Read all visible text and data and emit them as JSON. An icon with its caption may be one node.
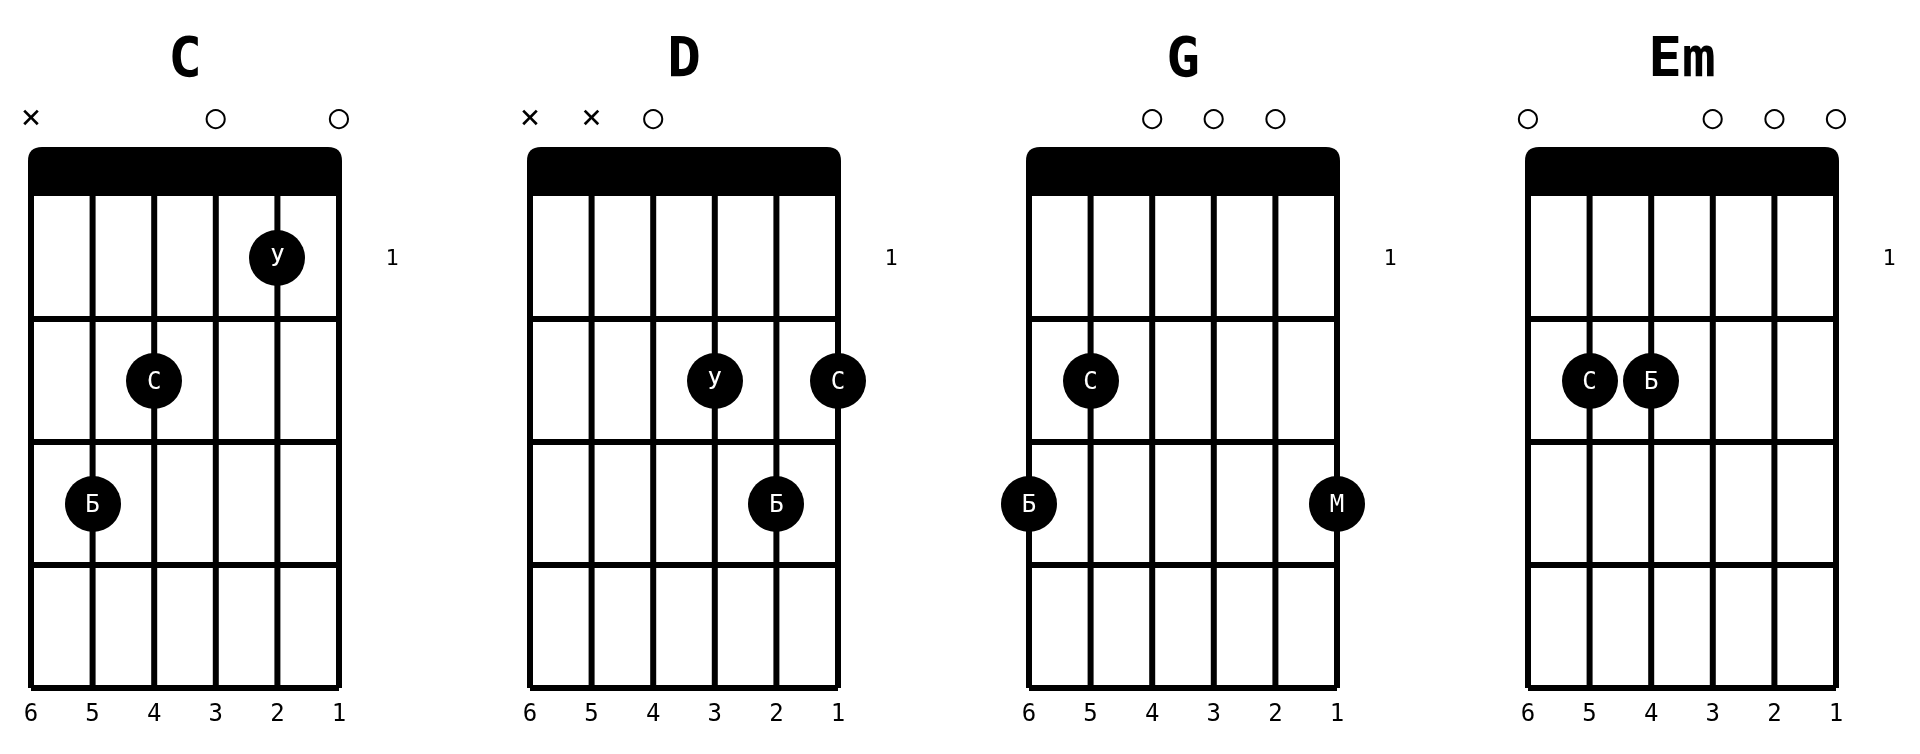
{
  "diagram": {
    "nodes": [
      {
        "text": [
          "C"
        ]
      },
      {
        "text": [
          "У"
        ],
        "in": 0
      },
      {
        "text": [
          "С"
        ],
        "in": 0
      },
      {
        "text": [
          "Б"
        ],
        "in": 0
      },
      {
        "text": [
          "D"
        ]
      },
      {
        "text": [
          "У"
        ],
        "in": 4
      },
      {
        "text": [
          "С"
        ],
        "in": 4
      },
      {
        "text": [
          "Б"
        ],
        "in": 4
      },
      {
        "text": [
          "G"
        ]
      },
      {
        "text": [
          "С"
        ],
        "in": 8
      },
      {
        "text": [
          "Б"
        ],
        "in": 8
      },
      {
        "text": [
          "М"
        ],
        "in": 8
      },
      {
        "text": [
          "Em"
        ]
      },
      {
        "text": [
          "С"
        ],
        "in": 12
      },
      {
        "text": [
          "Б"
        ],
        "in": 12
      }
    ],
    "labels": [
      "×",
      "○",
      "○",
      "×",
      "×",
      "○",
      "○",
      "○",
      "○",
      "○",
      "○",
      "○",
      "○",
      "1",
      "1",
      "1",
      "1",
      "6",
      "5",
      "4",
      "3",
      "2",
      "1",
      "6",
      "5",
      "4",
      "3",
      "2",
      "1",
      "6",
      "5",
      "4",
      "3",
      "2",
      "1",
      "6",
      "5",
      "4",
      "3",
      "2",
      "1"
    ]
  }
}
